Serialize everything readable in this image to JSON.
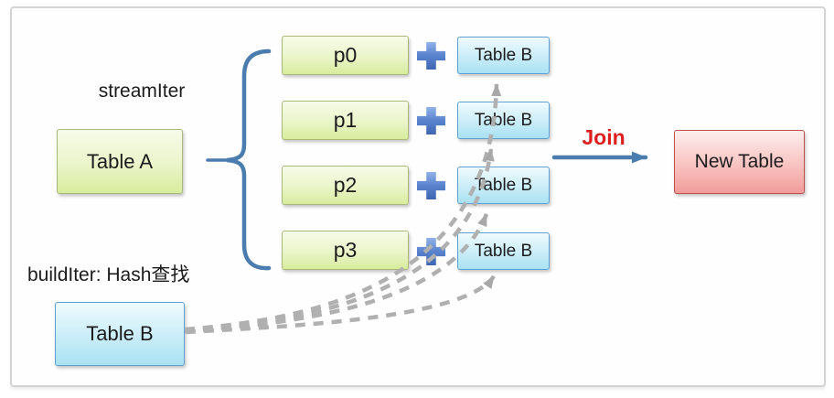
{
  "stream": {
    "label": "streamIter",
    "table_a": "Table A"
  },
  "build": {
    "label": "buildIter: Hash查找",
    "table_b": "Table B"
  },
  "partitions": [
    {
      "label": "p0",
      "table_b": "Table B"
    },
    {
      "label": "p1",
      "table_b": "Table B"
    },
    {
      "label": "p2",
      "table_b": "Table B"
    },
    {
      "label": "p3",
      "table_b": "Table B"
    }
  ],
  "join": {
    "label": "Join",
    "result": "New Table"
  },
  "icons": {
    "plus_icon": "+",
    "brace_icon": "{",
    "join_arrow_icon": "→",
    "hash_probe_arrow_icon": "⇡ dashed"
  },
  "colors": {
    "green_box_top": "#f6fbe9",
    "green_box_bottom": "#d8ec9d",
    "green_border": "#aab87b",
    "blue_box_top": "#effbfe",
    "blue_box_bottom": "#a9e1f2",
    "blue_border": "#5f9fd2",
    "red_box_top": "#fdeeee",
    "red_box_bottom": "#f19c9a",
    "red_border": "#bf4f4d",
    "plus_blue": "#5b84cf",
    "connector_blue": "#4a7dae",
    "join_red": "#dd1f1f",
    "dash_gray": "#b0b0b0"
  }
}
